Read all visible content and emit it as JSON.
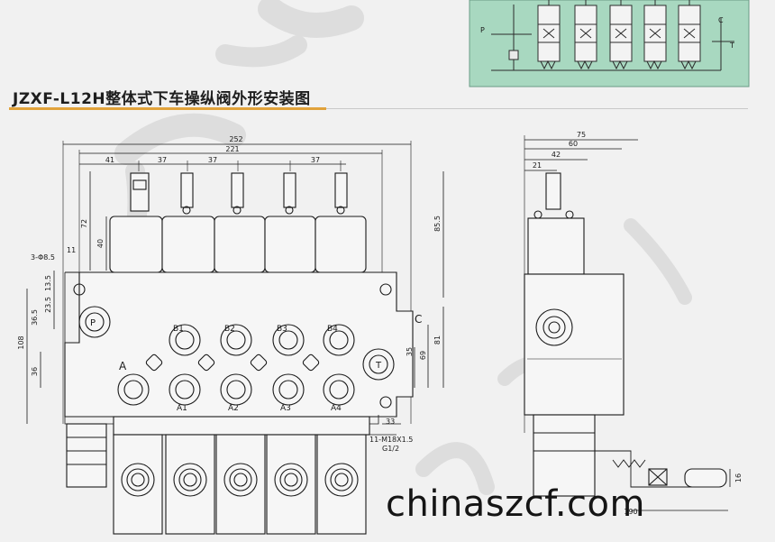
{
  "title": "JZXF-L12H整体式下车操纵阀外形安装图",
  "website": "chinaszcf.com",
  "colors": {
    "background": "#f1f1f1",
    "hydraulic_panel": "#a8d8c0",
    "line": "#1a1a1a",
    "accent": "#e1a23b"
  },
  "schematic": {
    "port_p": "P",
    "port_c": "C",
    "port_t": "T"
  },
  "front_view": {
    "dims_top": [
      "252",
      "221",
      "41",
      "37",
      "37",
      "37"
    ],
    "dims_left": [
      "72",
      "40",
      "11",
      "3-Φ8.5",
      "13.5",
      "23.5",
      "36.5",
      "108",
      "36"
    ],
    "dims_right": [
      "85.5",
      "81",
      "69",
      "35",
      "33"
    ],
    "port_labels": {
      "p": "P",
      "a": "A",
      "c": "C",
      "t": "T",
      "b": [
        "B1",
        "B2",
        "B3",
        "B4"
      ],
      "a_ports": [
        "A1",
        "A2",
        "A3",
        "A4"
      ]
    },
    "thread_callouts": [
      "11-M18X1.5",
      "G1/2"
    ]
  },
  "side_view": {
    "dims_top": [
      "75",
      "60",
      "42",
      "21"
    ],
    "dims_bottom": [
      "16",
      "190"
    ]
  }
}
